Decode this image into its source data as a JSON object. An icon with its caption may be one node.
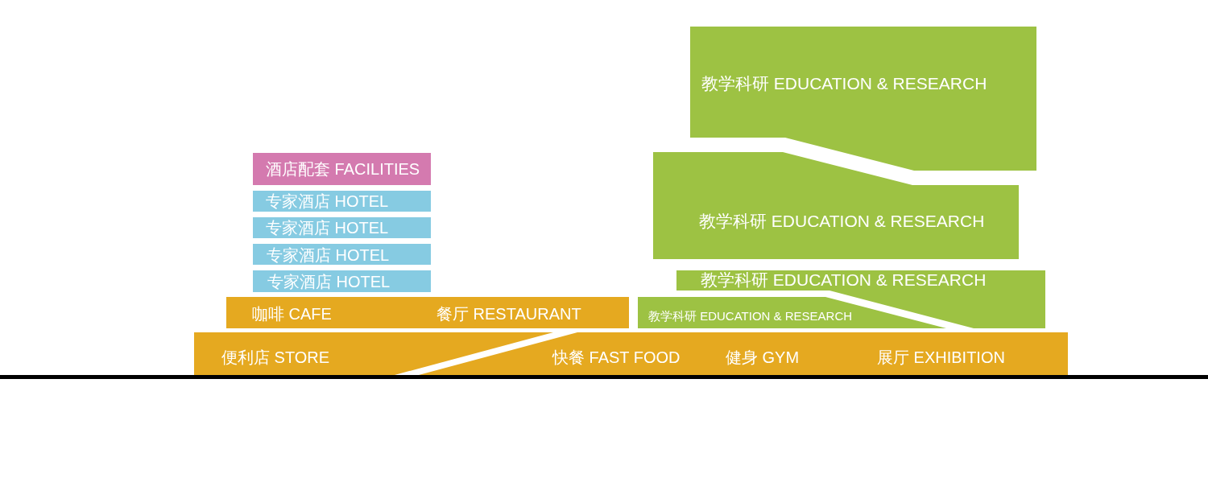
{
  "diagram": {
    "nodes": [
      {
        "text": [
          "酒店配套 FACILITIES"
        ]
      },
      {
        "text": [
          "专家酒店 HOTEL"
        ]
      },
      {
        "text": [
          "专家酒店 HOTEL"
        ]
      },
      {
        "text": [
          "专家酒店 HOTEL"
        ]
      },
      {
        "text": [
          "专家酒店 HOTEL"
        ]
      },
      {
        "text": [
          "咖啡 CAFE",
          "餐厅 RESTAURANT"
        ]
      },
      {
        "text": [
          "教学科研 EDUCATION & RESEARCH"
        ]
      },
      {
        "text": [
          "教学科研 EDUCATION & RESEARCH"
        ]
      },
      {
        "text": [
          "教学科研 EDUCATION & RESEARCH"
        ]
      },
      {
        "text": [
          "教学科研 EDUCATION & RESEARCH"
        ]
      },
      {
        "text": [
          "便利店 STORE"
        ]
      },
      {
        "text": [
          "快餐 FAST FOOD",
          "健身 GYM",
          "展厅 EXHIBITION"
        ]
      }
    ]
  }
}
